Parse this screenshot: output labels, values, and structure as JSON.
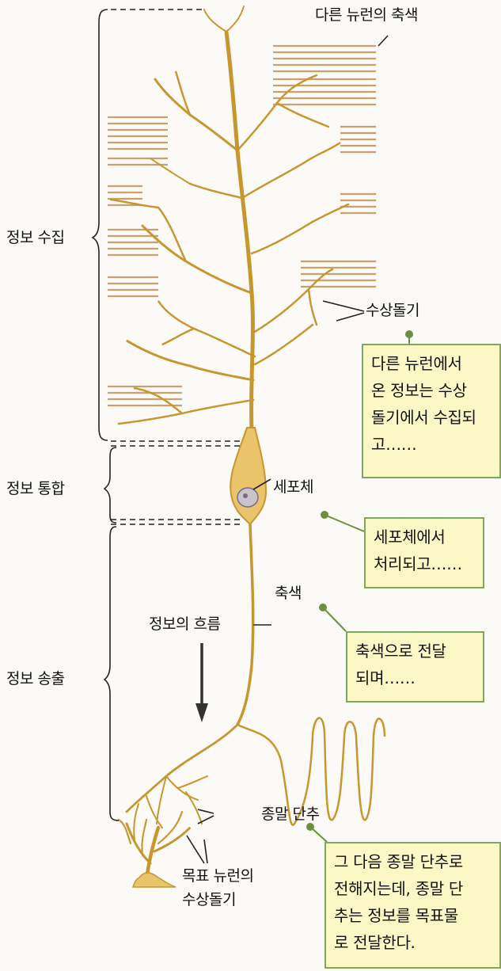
{
  "colors": {
    "neuron_fill": "#e9c46a",
    "neuron_stroke": "#c7962f",
    "axon_fiber": "#c9a170",
    "note_background": "#fbf8c6",
    "note_border": "#7fa85a",
    "pointer": "#6d8f3f"
  },
  "stages": {
    "collect": "정보 수집",
    "integrate": "정보 통합",
    "transmit": "정보 송출"
  },
  "labels": {
    "other_axons": "다른 뉴런의 축색",
    "dendrites": "수상돌기",
    "cell_body": "세포체",
    "axon": "축색",
    "flow": "정보의 흐름",
    "terminal": "종말 단추",
    "target_dendrites_line1": "목표 뉴런의",
    "target_dendrites_line2": "수상돌기"
  },
  "notes": {
    "dendrite_note": [
      "다른 뉴런에서",
      "온 정보는 수상",
      "돌기에서 수집되",
      "고……"
    ],
    "soma_note": [
      "세포체에서",
      "처리되고……"
    ],
    "axon_note": [
      "축색으로 전달",
      "되며……"
    ],
    "terminal_note": [
      "그 다음 종말 단추로",
      "전해지는데, 종말 단",
      "추는 정보를 목표물",
      "로 전달한다."
    ]
  }
}
